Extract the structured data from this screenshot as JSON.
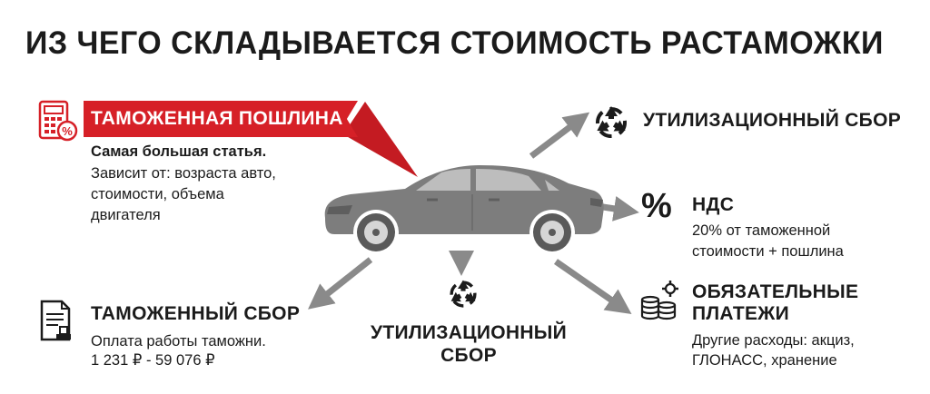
{
  "title": "ИЗ ЧЕГО СКЛАДЫВАЕТСЯ СТОИМОСТЬ РАСТАМОЖКИ",
  "customs_duty": {
    "heading": "ТАМОЖЕННАЯ ПОШЛИНА",
    "bold_line": "Самая большая статья.",
    "lines": [
      "Зависит от: возраста авто,",
      "стоимости, объема",
      "двигателя"
    ]
  },
  "recycling_top": {
    "heading": "УТИЛИЗАЦИОННЫЙ СБОР"
  },
  "vat": {
    "heading": "НДС",
    "lines": [
      "20% от таможенной",
      "стоимости + пошлина"
    ]
  },
  "customs_fee": {
    "heading": "ТАМОЖЕННЫЙ СБОР",
    "lines": [
      "Оплата работы таможни.",
      "1 231 ₽ - 59 076 ₽"
    ]
  },
  "recycling_bottom": {
    "lines": [
      "УТИЛИЗАЦИОННЫЙ",
      "СБОР"
    ]
  },
  "mandatory": {
    "heading_lines": [
      "ОБЯЗАТЕЛЬНЫЕ",
      "ПЛАТЕЖИ"
    ],
    "lines": [
      "Другие расходы: акциз,",
      "ГЛОНАСС, хранение"
    ]
  },
  "icons": {
    "calculator": "calculator-icon",
    "recycle": "recycle-icon",
    "percent": "percent-icon",
    "document": "document-stamp-icon",
    "coins": "coins-gear-icon",
    "car": "car-illustration"
  },
  "colors": {
    "accent": "#d62027",
    "car": "#7d7d7d",
    "arrow": "#8a8a8a",
    "text": "#1b1b1b"
  }
}
